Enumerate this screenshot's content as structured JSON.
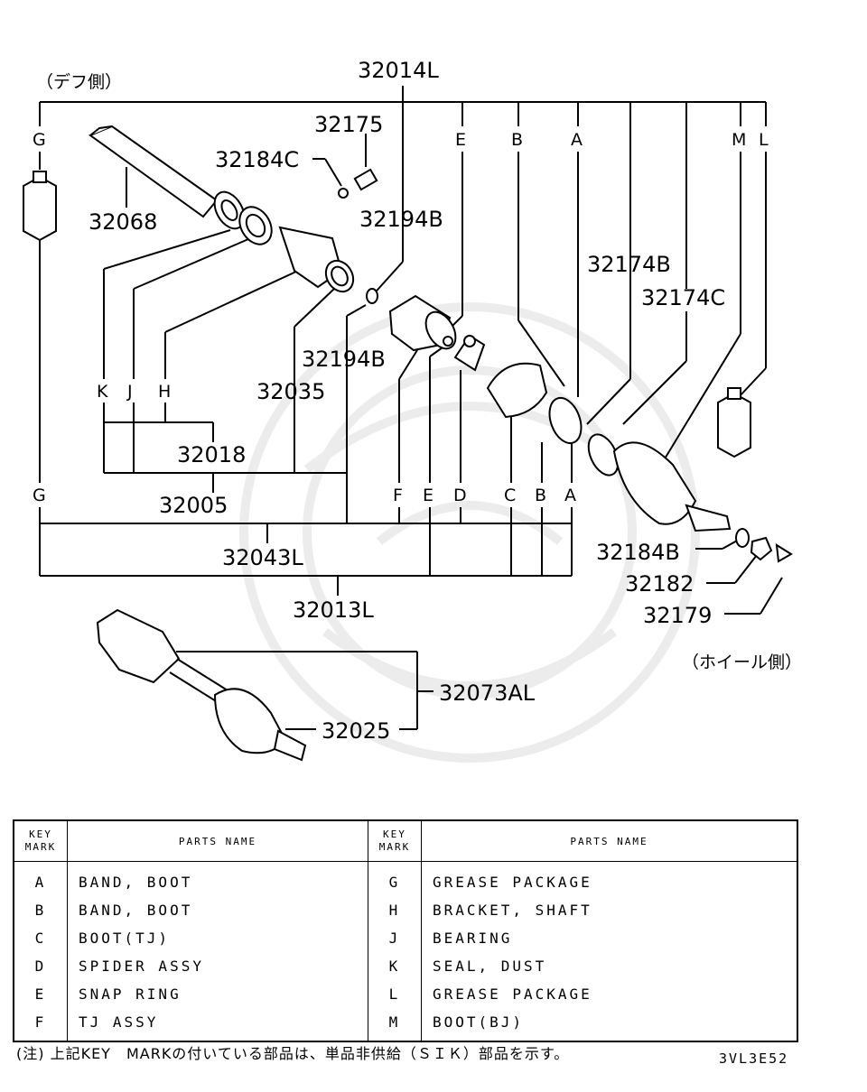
{
  "labels": {
    "p32014L": "32014L",
    "diff_side": "（デフ側）",
    "wheel_side": "（ホイール側）",
    "p32175": "32175",
    "p32184C": "32184C",
    "p32068": "32068",
    "p32194B_top": "32194B",
    "p32174B": "32174B",
    "p32174C": "32174C",
    "p32194B_mid": "32194B",
    "p32035": "32035",
    "p32018": "32018",
    "p32005": "32005",
    "p32043L": "32043L",
    "p32013L": "32013L",
    "p32184B": "32184B",
    "p32182": "32182",
    "p32179": "32179",
    "p32073AL": "32073AL",
    "p32025": "32025"
  },
  "keys": {
    "G_top": "G",
    "E_top": "E",
    "B_top": "B",
    "A_top": "A",
    "M_top": "M",
    "L_top": "L",
    "K": "K",
    "J": "J",
    "H": "H",
    "G_mid": "G",
    "F": "F",
    "E_mid": "E",
    "D": "D",
    "C": "C",
    "B_mid": "B",
    "A_mid": "A"
  },
  "table": {
    "header_key": [
      "KEY",
      "MARK"
    ],
    "header_name": "PARTS NAME",
    "rows": [
      {
        "k1": "A",
        "n1": "BAND, BOOT",
        "k2": "G",
        "n2": "GREASE PACKAGE"
      },
      {
        "k1": "B",
        "n1": "BAND, BOOT",
        "k2": "H",
        "n2": "BRACKET, SHAFT"
      },
      {
        "k1": "C",
        "n1": "BOOT(TJ)",
        "k2": "J",
        "n2": "BEARING"
      },
      {
        "k1": "D",
        "n1": "SPIDER ASSY",
        "k2": "K",
        "n2": "SEAL, DUST"
      },
      {
        "k1": "E",
        "n1": "SNAP RING",
        "k2": "L",
        "n2": "GREASE PACKAGE"
      },
      {
        "k1": "F",
        "n1": "TJ ASSY",
        "k2": "M",
        "n2": "BOOT(BJ)"
      }
    ]
  },
  "footer": {
    "note": "(注) 上記KEY　MARKの付いている部品は、単品非供給（ＳＩＫ）部品を示す。",
    "code": "3VL3E52"
  }
}
